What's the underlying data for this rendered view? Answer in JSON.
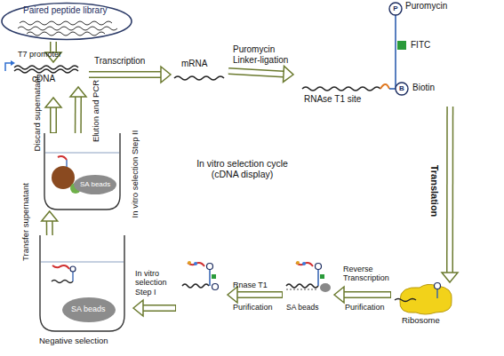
{
  "diagram": {
    "nodes": [
      {
        "text": [
          "Paired peptide library"
        ]
      },
      {
        "text": [
          "cDNA"
        ]
      },
      {
        "text": [
          "mRNA"
        ]
      },
      {
        "text": [
          "Puromycin",
          "FITC",
          "Biotin",
          "RNAse T1 site"
        ]
      },
      {
        "text": [
          "Ribosome"
        ]
      },
      {
        "text": [
          "SA beads",
          "Negative selection"
        ]
      },
      {
        "text": [
          "SA beads"
        ]
      }
    ],
    "edges": [
      {
        "from": 0,
        "to": 1,
        "arrow": "to"
      },
      {
        "from": 1,
        "to": 2,
        "label": "Transcription",
        "arrow": "to"
      },
      {
        "from": 2,
        "to": 3,
        "label": "Puromycin Linker-ligation",
        "arrow": "to"
      },
      {
        "from": 3,
        "to": 4,
        "label": "Translation",
        "arrow": "to"
      },
      {
        "from": 5,
        "to": 6,
        "label": "Transfer supernatant",
        "arrow": "to"
      },
      {
        "from": 6,
        "to": 1,
        "label": "Elution and PCR",
        "arrow": "to"
      }
    ],
    "labels": [
      "T7 promoter",
      "P",
      "B",
      "In vitro selection cycle (cDNA display)",
      "Reverse Transcription",
      "Purification",
      "SA beads",
      "Rnase T1",
      "Purification",
      "In vitro selection Step I",
      "In vitro selection Step II",
      "Discard supernatant"
    ]
  }
}
